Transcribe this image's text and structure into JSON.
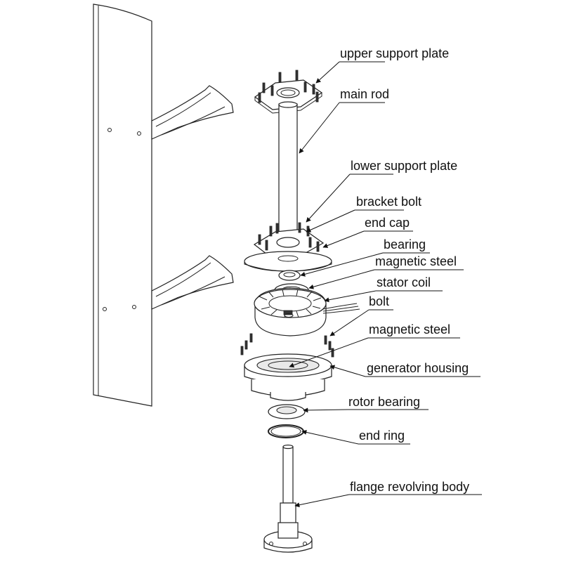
{
  "labels": {
    "upper_support_plate": "upper support plate",
    "main_rod": "main rod",
    "lower_support_plate": "lower support plate",
    "bracket_bolt": "bracket bolt",
    "end_cap": "end cap",
    "bearing": "bearing",
    "magnetic_steel_1": "magnetic steel",
    "stator_coil": "stator coil",
    "bolt": "bolt",
    "magnetic_steel_2": "magnetic steel",
    "generator_housing": "generator housing",
    "rotor_bearing": "rotor bearing",
    "end_ring": "end ring",
    "flange_revolving_body": "flange revolving body"
  },
  "colors": {
    "line": "#222222",
    "background": "#ffffff",
    "text": "#111111"
  }
}
